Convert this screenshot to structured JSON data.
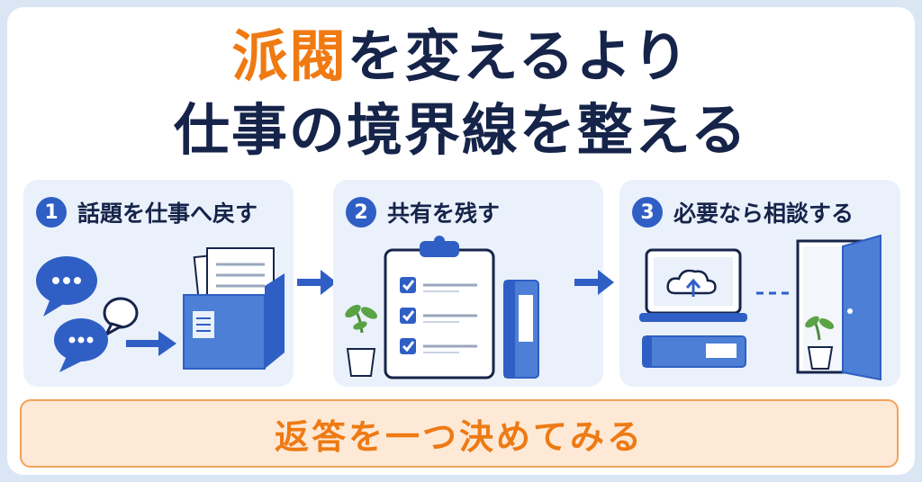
{
  "title": {
    "line1_accent": "派閥",
    "line1_rest": "を変えるより",
    "line2": "仕事の境界線を整える"
  },
  "steps": [
    {
      "number": "1",
      "label": "話題を仕事へ戻す"
    },
    {
      "number": "2",
      "label": "共有を残す"
    },
    {
      "number": "3",
      "label": "必要なら相談する"
    }
  ],
  "footer": {
    "text": "返答を一つ決めてみる"
  },
  "colors": {
    "accent": "#f07a12",
    "navy": "#16244a",
    "blue": "#2f5fc4",
    "panel": "#eaf1fb",
    "footer_bg": "#fde9d6"
  },
  "icons": [
    "speech-bubbles-icon",
    "folder-icon",
    "clipboard-checklist-icon",
    "binder-icon",
    "plant-icon",
    "laptop-cloud-upload-icon",
    "door-icon"
  ]
}
